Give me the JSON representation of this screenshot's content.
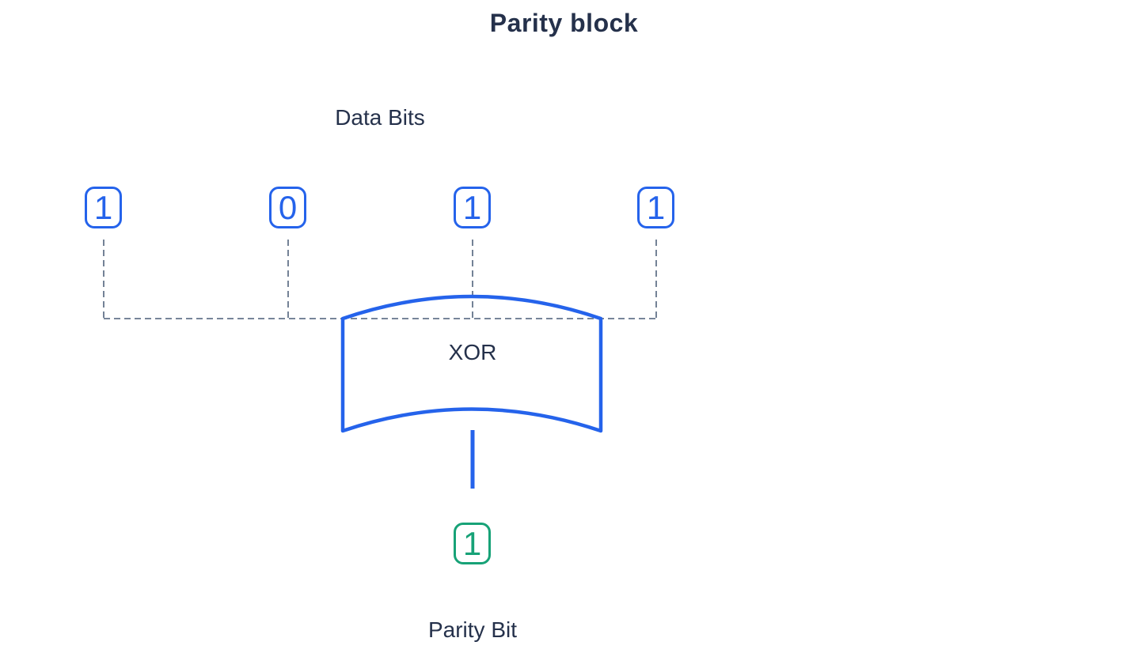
{
  "title": "Parity block",
  "labels": {
    "data_bits": "Data Bits",
    "gate": "XOR",
    "parity_bit": "Parity Bit"
  },
  "bits": [
    {
      "value": "1"
    },
    {
      "value": "0"
    },
    {
      "value": "1"
    },
    {
      "value": "1"
    }
  ],
  "parity_bit": {
    "value": "1"
  },
  "colors": {
    "bit_blue": "#2563eb",
    "parity_green": "#17a277",
    "dash_gray": "#64748b",
    "text_dark": "#25314b",
    "background": "#ffffff"
  }
}
